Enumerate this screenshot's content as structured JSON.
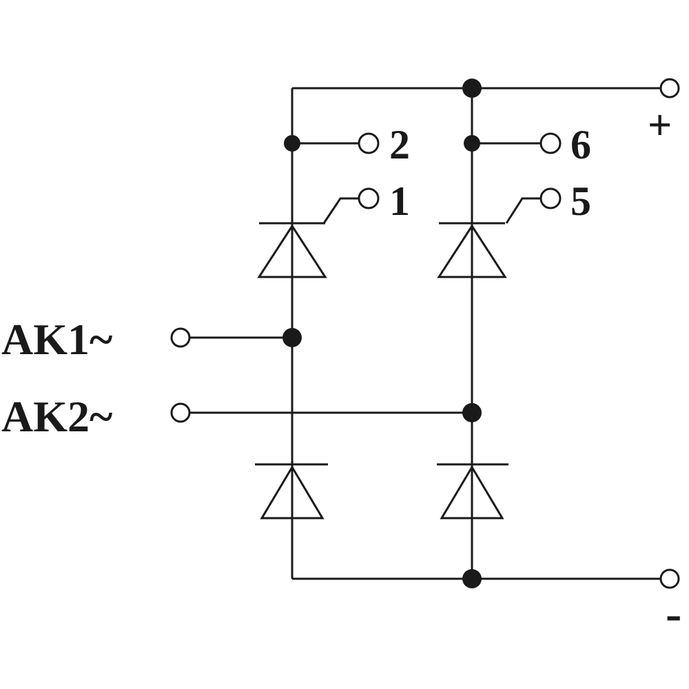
{
  "diagram": {
    "terminals": {
      "plus": "+",
      "minus": "-",
      "ak1": "AK1~",
      "ak2": "AK2~",
      "pin1": "1",
      "pin2": "2",
      "pin5": "5",
      "pin6": "6"
    },
    "colors": {
      "line": "#1a1a1a",
      "background": "#ffffff"
    }
  }
}
